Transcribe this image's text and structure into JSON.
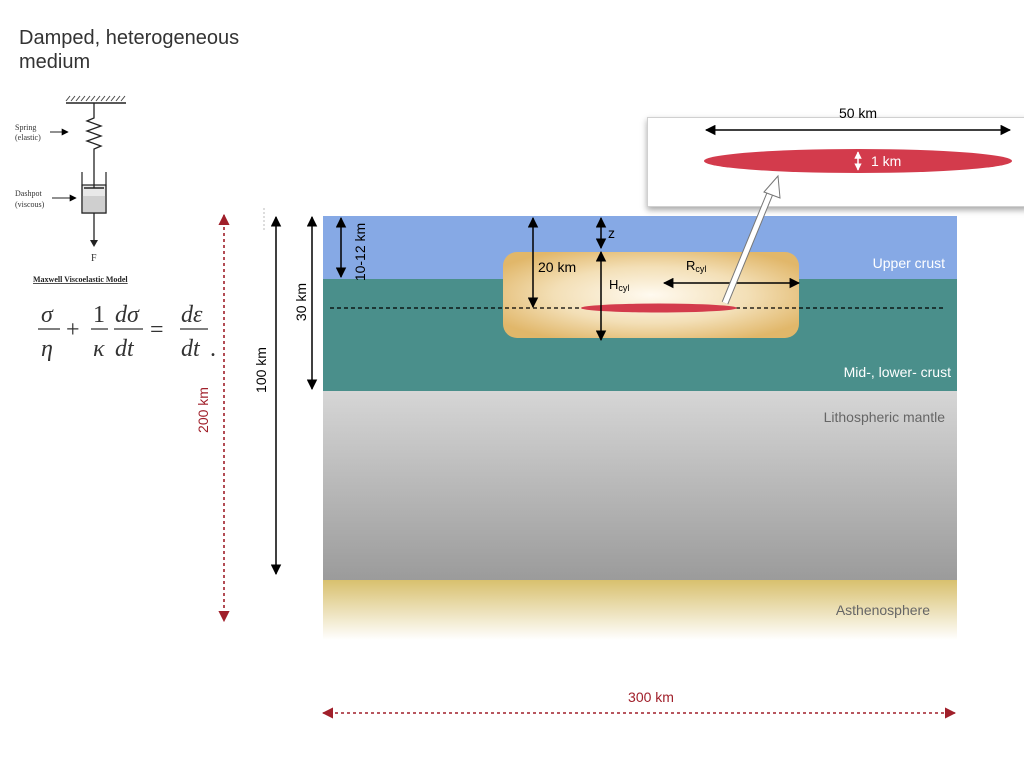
{
  "title": "Damped, heterogeneous medium",
  "maxwell_model": {
    "spring_label_line1": "Spring",
    "spring_label_line2": "(elastic)",
    "dashpot_label_line1": "Dashpot",
    "dashpot_label_line2": "(viscous)",
    "force_label": "F",
    "model_caption": "Maxwell Viscoelastic Model"
  },
  "layers": {
    "upper_crust": "Upper crust",
    "mid_lower_crust": "Mid-, lower- crust",
    "lithospheric_mantle": "Lithospheric mantle",
    "asthenosphere": "Asthenosphere"
  },
  "dimensions": {
    "total_depth": "200 km",
    "model_depth": "100 km",
    "crust_depth": "30 km",
    "upper_crust_depth": "10-12 km",
    "cylinder_height": "20 km",
    "depth_z": "z",
    "h_cyl_main": "H",
    "h_cyl_sub": "cyl",
    "r_cyl_main": "R",
    "r_cyl_sub": "cyl",
    "width": "300 km"
  },
  "inset": {
    "length": "50 km",
    "thickness": "1 km"
  },
  "colors": {
    "upper_crust": "#85a8e4",
    "mid_lower_crust": "#4b8f8c",
    "mantle_top": "#d4d4d4",
    "mantle_bottom": "#9a9a9a",
    "asthenosphere": "#d9c37a",
    "sill": "#d33b4c",
    "dark_red": "#a01f2a"
  }
}
